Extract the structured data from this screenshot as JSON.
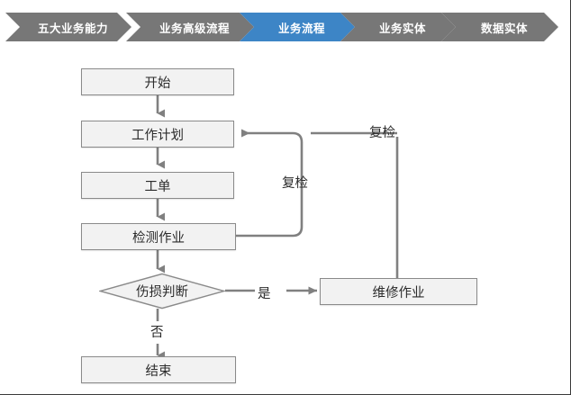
{
  "breadcrumb": {
    "items": [
      {
        "label": "五大业务能力",
        "active": false
      },
      {
        "label": "业务高级流程",
        "active": false
      },
      {
        "label": "业务流程",
        "active": true
      },
      {
        "label": "业务实体",
        "active": false
      },
      {
        "label": "数据实体",
        "active": false
      }
    ],
    "active_color": "#3d85c6",
    "inactive_color": "#777777",
    "text_color": "#ffffff"
  },
  "flowchart": {
    "node_fill": "#f2f2f2",
    "node_border": "#8a8a8a",
    "connector_color": "#808080",
    "text_color": "#2b2b2b",
    "nodes": {
      "start": "开始",
      "work_plan": "工作计划",
      "work_order": "工单",
      "inspection_task": "检测作业",
      "damage_decision": "伤损判断",
      "repair_task": "维修作业",
      "end": "结束"
    },
    "edge_labels": {
      "recheck_inner": "复检",
      "recheck_outer": "复检",
      "yes": "是",
      "no": "否"
    }
  }
}
